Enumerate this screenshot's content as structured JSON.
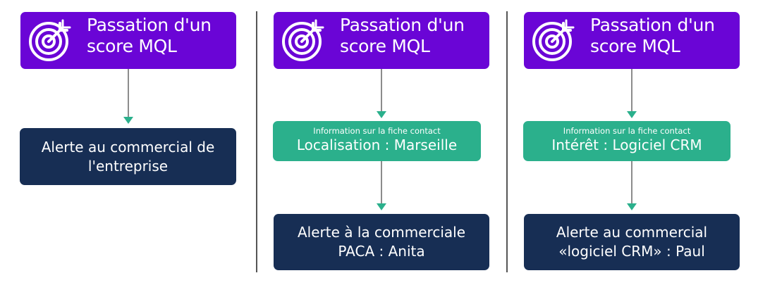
{
  "colors": {
    "trigger": "#6a05d6",
    "info": "#2bb08c",
    "alert": "#172e54",
    "arrow": "#2bb08c",
    "connector": "#8c8c8c"
  },
  "columns": [
    {
      "trigger": {
        "icon": "target-icon",
        "line1": "Passation d'un",
        "line2": "score MQL"
      },
      "alert": {
        "line1": "Alerte au commercial de",
        "line2": "l'entreprise"
      }
    },
    {
      "trigger": {
        "icon": "target-icon",
        "line1": "Passation d'un",
        "line2": "score MQL"
      },
      "info": {
        "label": "Information sur la fiche contact",
        "value": "Localisation : Marseille"
      },
      "alert": {
        "line1": "Alerte à la commerciale",
        "line2": "PACA : Anita"
      }
    },
    {
      "trigger": {
        "icon": "target-icon",
        "line1": "Passation d'un",
        "line2": "score MQL"
      },
      "info": {
        "label": "Information sur la fiche contact",
        "value": "Intérêt : Logiciel CRM"
      },
      "alert": {
        "line1": "Alerte au commercial",
        "line2": "«logiciel CRM» : Paul"
      }
    }
  ]
}
